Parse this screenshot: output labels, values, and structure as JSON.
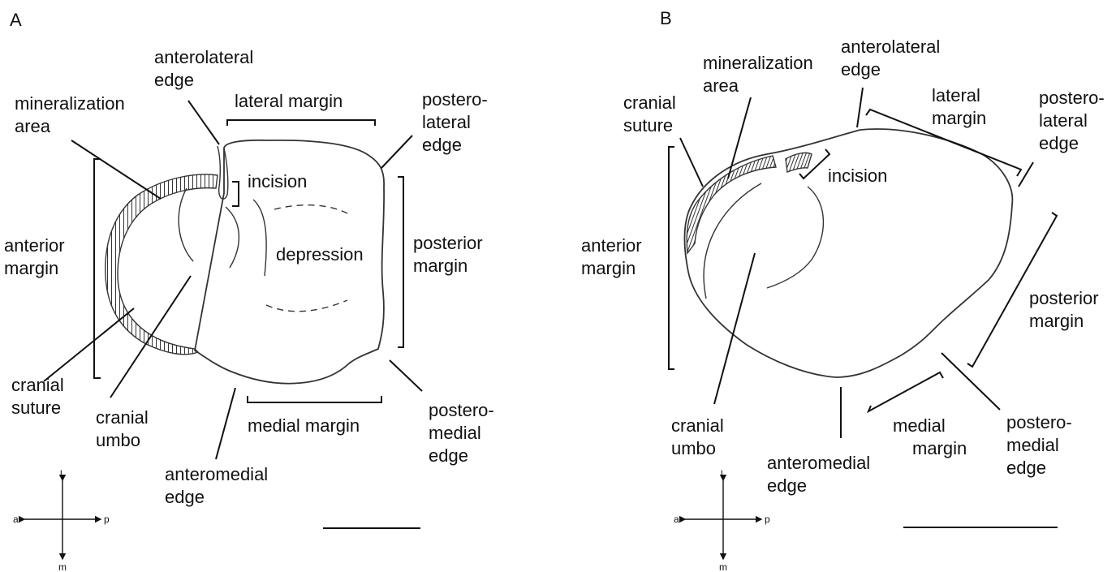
{
  "panel_a": {
    "letter": "A",
    "labels": {
      "anterolateral_edge": [
        "anterolateral",
        "edge"
      ],
      "mineralization_area": [
        "mineralization",
        "area"
      ],
      "lateral_margin": [
        "lateral margin"
      ],
      "postero_lateral_edge": [
        "postero-",
        "lateral",
        "edge"
      ],
      "incision": [
        "incision"
      ],
      "anterior_margin": [
        "anterior",
        "margin"
      ],
      "depression": [
        "depression"
      ],
      "posterior_margin": [
        "posterior",
        "margin"
      ],
      "cranial_suture": [
        "cranial",
        "suture"
      ],
      "cranial_umbo": [
        "cranial",
        "umbo"
      ],
      "medial_margin": [
        "medial margin"
      ],
      "postero_medial_edge": [
        "postero-",
        "medial",
        "edge"
      ],
      "anteromedial_edge": [
        "anteromedial",
        "edge"
      ]
    },
    "axes": {
      "top": "l",
      "bottom": "m",
      "left": "a",
      "right": "p"
    }
  },
  "panel_b": {
    "letter": "B",
    "labels": {
      "anterolateral_edge": [
        "anterolateral",
        "edge"
      ],
      "mineralization_area": [
        "mineralization",
        "area"
      ],
      "lateral_margin": [
        "lateral",
        "margin"
      ],
      "postero_lateral_edge": [
        "postero-",
        "lateral",
        "edge"
      ],
      "cranial_suture": [
        "cranial",
        "suture"
      ],
      "incision": [
        "incision"
      ],
      "anterior_margin": [
        "anterior",
        "margin"
      ],
      "posterior_margin": [
        "posterior",
        "margin"
      ],
      "cranial_umbo": [
        "cranial",
        "umbo"
      ],
      "anteromedial_edge": [
        "anteromedial",
        "edge"
      ],
      "medial_margin": [
        "medial",
        "margin"
      ],
      "postero_medial_edge": [
        "postero-",
        "medial",
        "edge"
      ]
    },
    "axes": {
      "top": "l",
      "bottom": "m",
      "left": "a",
      "right": "p"
    }
  }
}
